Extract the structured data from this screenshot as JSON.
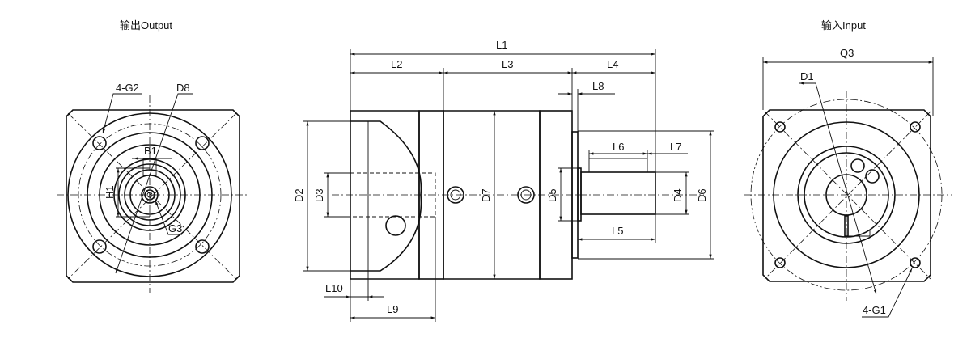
{
  "views": {
    "output_title": "输出Output",
    "input_title": "输入Input"
  },
  "labels": {
    "g2": "4-G2",
    "d8": "D8",
    "b1": "B1",
    "h1": "H1",
    "g3": "G3",
    "l1": "L1",
    "l2": "L2",
    "l3": "L3",
    "l4": "L4",
    "l8": "L8",
    "l6": "L6",
    "l7": "L7",
    "l5": "L5",
    "l9": "L9",
    "l10": "L10",
    "d2": "D2",
    "d3": "D3",
    "d7": "D7",
    "d5": "D5",
    "d4": "D4",
    "d6": "D6",
    "q3": "Q3",
    "d1": "D1",
    "g1": "4-G1"
  },
  "colors": {
    "line": "#111111",
    "background": "#ffffff"
  }
}
